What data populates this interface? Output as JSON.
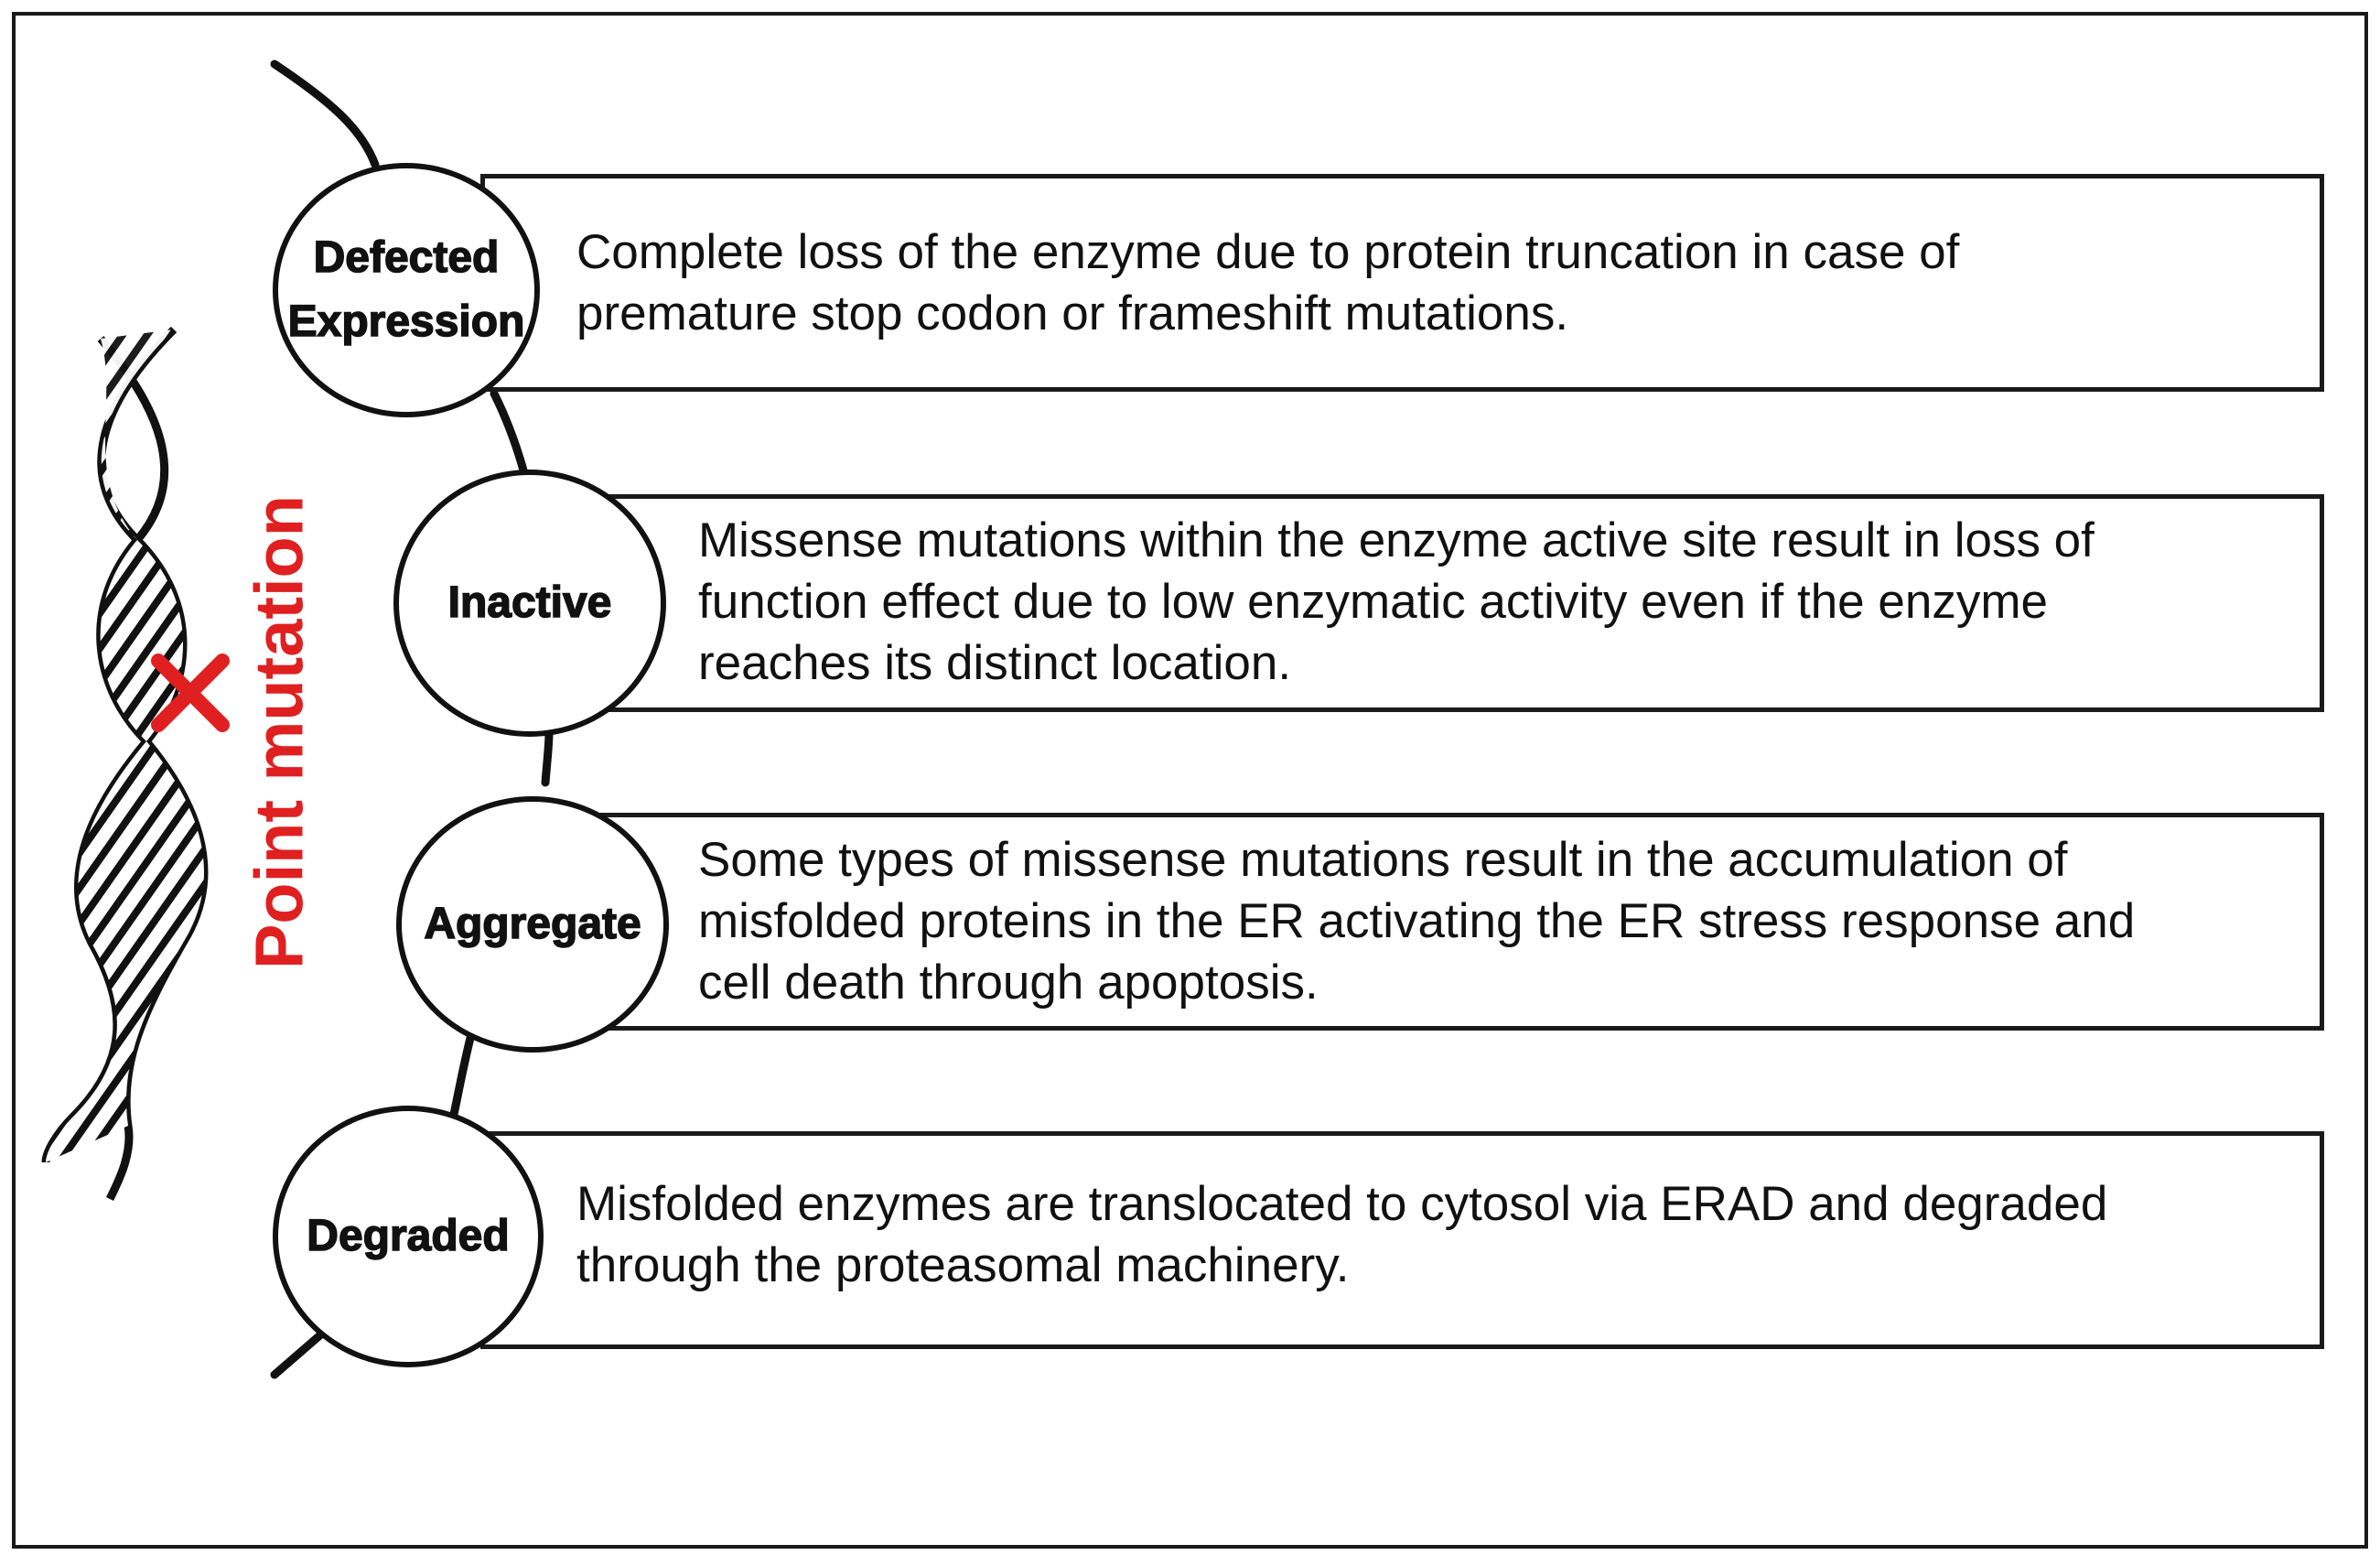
{
  "mutation_label": "Point mutation",
  "mutation_color": "#e02020",
  "outcomes": [
    {
      "label": "Defected\nExpression",
      "description": "Complete loss of the enzyme due to protein truncation in case of\npremature stop codon or frameshift mutations."
    },
    {
      "label": "Inactive",
      "description": "Missense mutations within the enzyme active site result in loss of\nfunction effect due to low enzymatic activity even if the enzyme\nreaches its distinct location."
    },
    {
      "label": "Aggregate",
      "description": "Some types of missense mutations result in the accumulation of\nmisfolded proteins in the ER activating the ER stress response and\ncell death through apoptosis."
    },
    {
      "label": "Degraded",
      "description": "Misfolded enzymes are translocated to cytosol via ERAD and degraded\nthrough the proteasomal machinery."
    }
  ],
  "icons": {
    "dna": "dna-helix-icon",
    "mutation_mark": "x-mark-icon"
  }
}
